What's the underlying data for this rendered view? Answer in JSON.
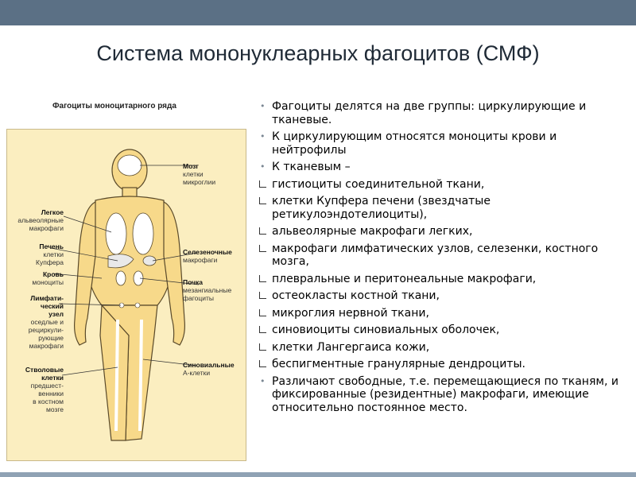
{
  "slide": {
    "title": "Система мононуклеарных фагоцитов (СМФ)"
  },
  "figure": {
    "title": "Фагоциты моноцитарного ряда",
    "left_labels": [
      {
        "bold": "Легкое",
        "text": "альвеолярные\nмакрофаги"
      },
      {
        "bold": "Печень",
        "text": "клетки\nКупфера"
      },
      {
        "bold": "Кровь",
        "text": "моноциты"
      },
      {
        "bold": "Лимфати-\nческий\nузел",
        "text": "оседлые и\nрециркули-\nрующие\nмакрофаги"
      },
      {
        "bold": "Стволовые\nклетки",
        "text": "предшест-\nвенники\nв костном\nмозге"
      }
    ],
    "right_labels": [
      {
        "bold": "Мозг",
        "text": "клетки\nмикроглии"
      },
      {
        "bold": "Селезеночные",
        "text": "макрофаги"
      },
      {
        "bold": "Почка",
        "text": "мезангиальные\nфагоциты"
      },
      {
        "bold": "Синовиальные",
        "text": "А-клетки"
      }
    ]
  },
  "bullets": [
    {
      "marker": "dot",
      "text": "Фагоциты делятся на две группы: циркулирующие и тканевые."
    },
    {
      "marker": "dot",
      "text": "К циркулирующим относятся моноциты крови и нейтрофилы"
    },
    {
      "marker": "dot",
      "text": " К тканевым –"
    },
    {
      "marker": "box",
      "text": "гистиоциты соединительной ткани,"
    },
    {
      "marker": "box",
      "text": "клетки Купфера печени (звездчатые ретикулоэндотелиоциты),"
    },
    {
      "marker": "box",
      "text": "альвеолярные макрофаги легких,"
    },
    {
      "marker": "box",
      "text": " макрофаги лимфатических узлов, селезенки, костного мозга,"
    },
    {
      "marker": "box",
      "text": "плевральные и перитонеальные макрофаги,"
    },
    {
      "marker": "box",
      "text": "остеокласты костной ткани,"
    },
    {
      "marker": "box",
      "text": "микроглия нервной ткани,"
    },
    {
      "marker": "box",
      "text": "синовиоциты синовиальных оболочек,"
    },
    {
      "marker": "box",
      "text": "клетки Лангергаиса кожи,"
    },
    {
      "marker": "box",
      "text": "беспигментные гранулярные дендроциты."
    },
    {
      "marker": "dot",
      "text": "Различают свободные, т.е. перемещающиеся по тканям, и фиксированные (резидентные) макрофаги, имеющие относительно постоянное место."
    }
  ]
}
